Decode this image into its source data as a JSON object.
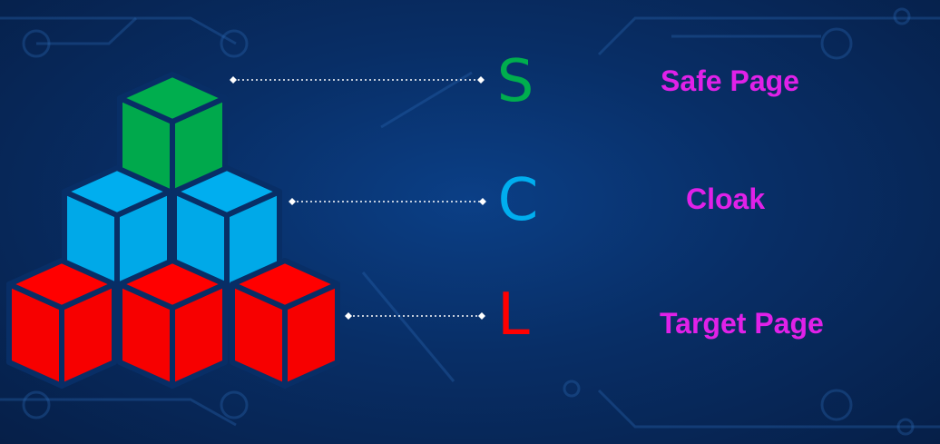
{
  "colors": {
    "background": "#082e66",
    "green": "#00ae4e",
    "blue": "#00aeef",
    "red": "#ff0000",
    "label": "#e021e8",
    "connector": "#ffffff"
  },
  "levels": [
    {
      "letter": "S",
      "label": "Safe Page",
      "color": "#00ae4e"
    },
    {
      "letter": "C",
      "label": "Cloak",
      "color": "#00aeef"
    },
    {
      "letter": "L",
      "label": "Target Page",
      "color": "#ff0000"
    }
  ]
}
